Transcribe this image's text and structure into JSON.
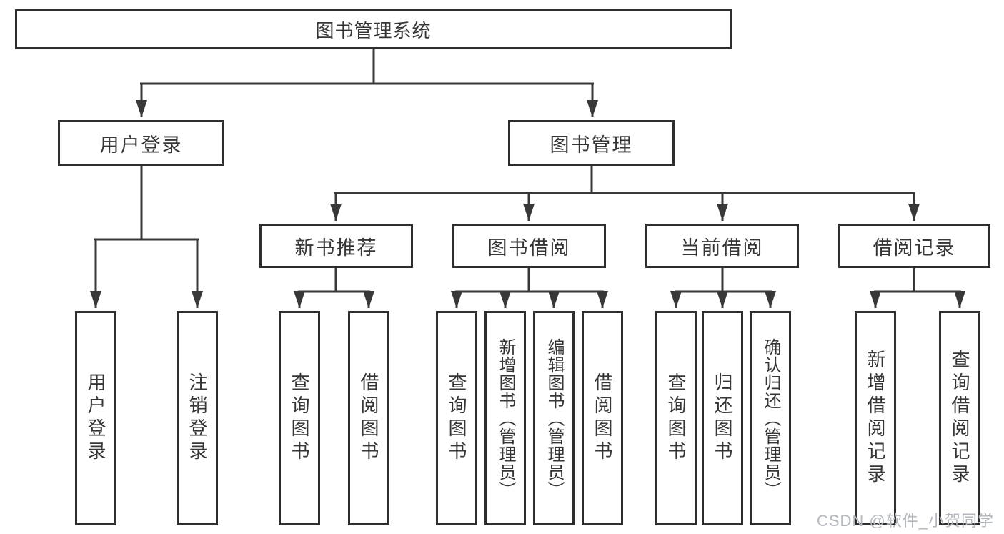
{
  "diagram": {
    "root": {
      "label": "图书管理系统"
    },
    "level2": [
      {
        "label": "用户登录"
      },
      {
        "label": "图书管理"
      }
    ],
    "level3": [
      {
        "label": "新书推荐"
      },
      {
        "label": "图书借阅"
      },
      {
        "label": "当前借阅"
      },
      {
        "label": "借阅记录"
      }
    ],
    "leaves": [
      {
        "label": "用户登录"
      },
      {
        "label": "注销登录"
      },
      {
        "label": "查询图书"
      },
      {
        "label": "借阅图书"
      },
      {
        "label": "查询图书"
      },
      {
        "label": "新增图书（管理员）"
      },
      {
        "label": "编辑图书（管理员）"
      },
      {
        "label": "借阅图书"
      },
      {
        "label": "查询图书"
      },
      {
        "label": "归还图书"
      },
      {
        "label": "确认归还（管理员）"
      },
      {
        "label": "新增借阅记录"
      },
      {
        "label": "查询借阅记录"
      }
    ],
    "watermark": "CSDN @软件_小贺同学",
    "colors": {
      "line": "#383838",
      "box_border": "#2e2e2e",
      "text": "#363636",
      "watermark": "#b3b8bf"
    }
  }
}
